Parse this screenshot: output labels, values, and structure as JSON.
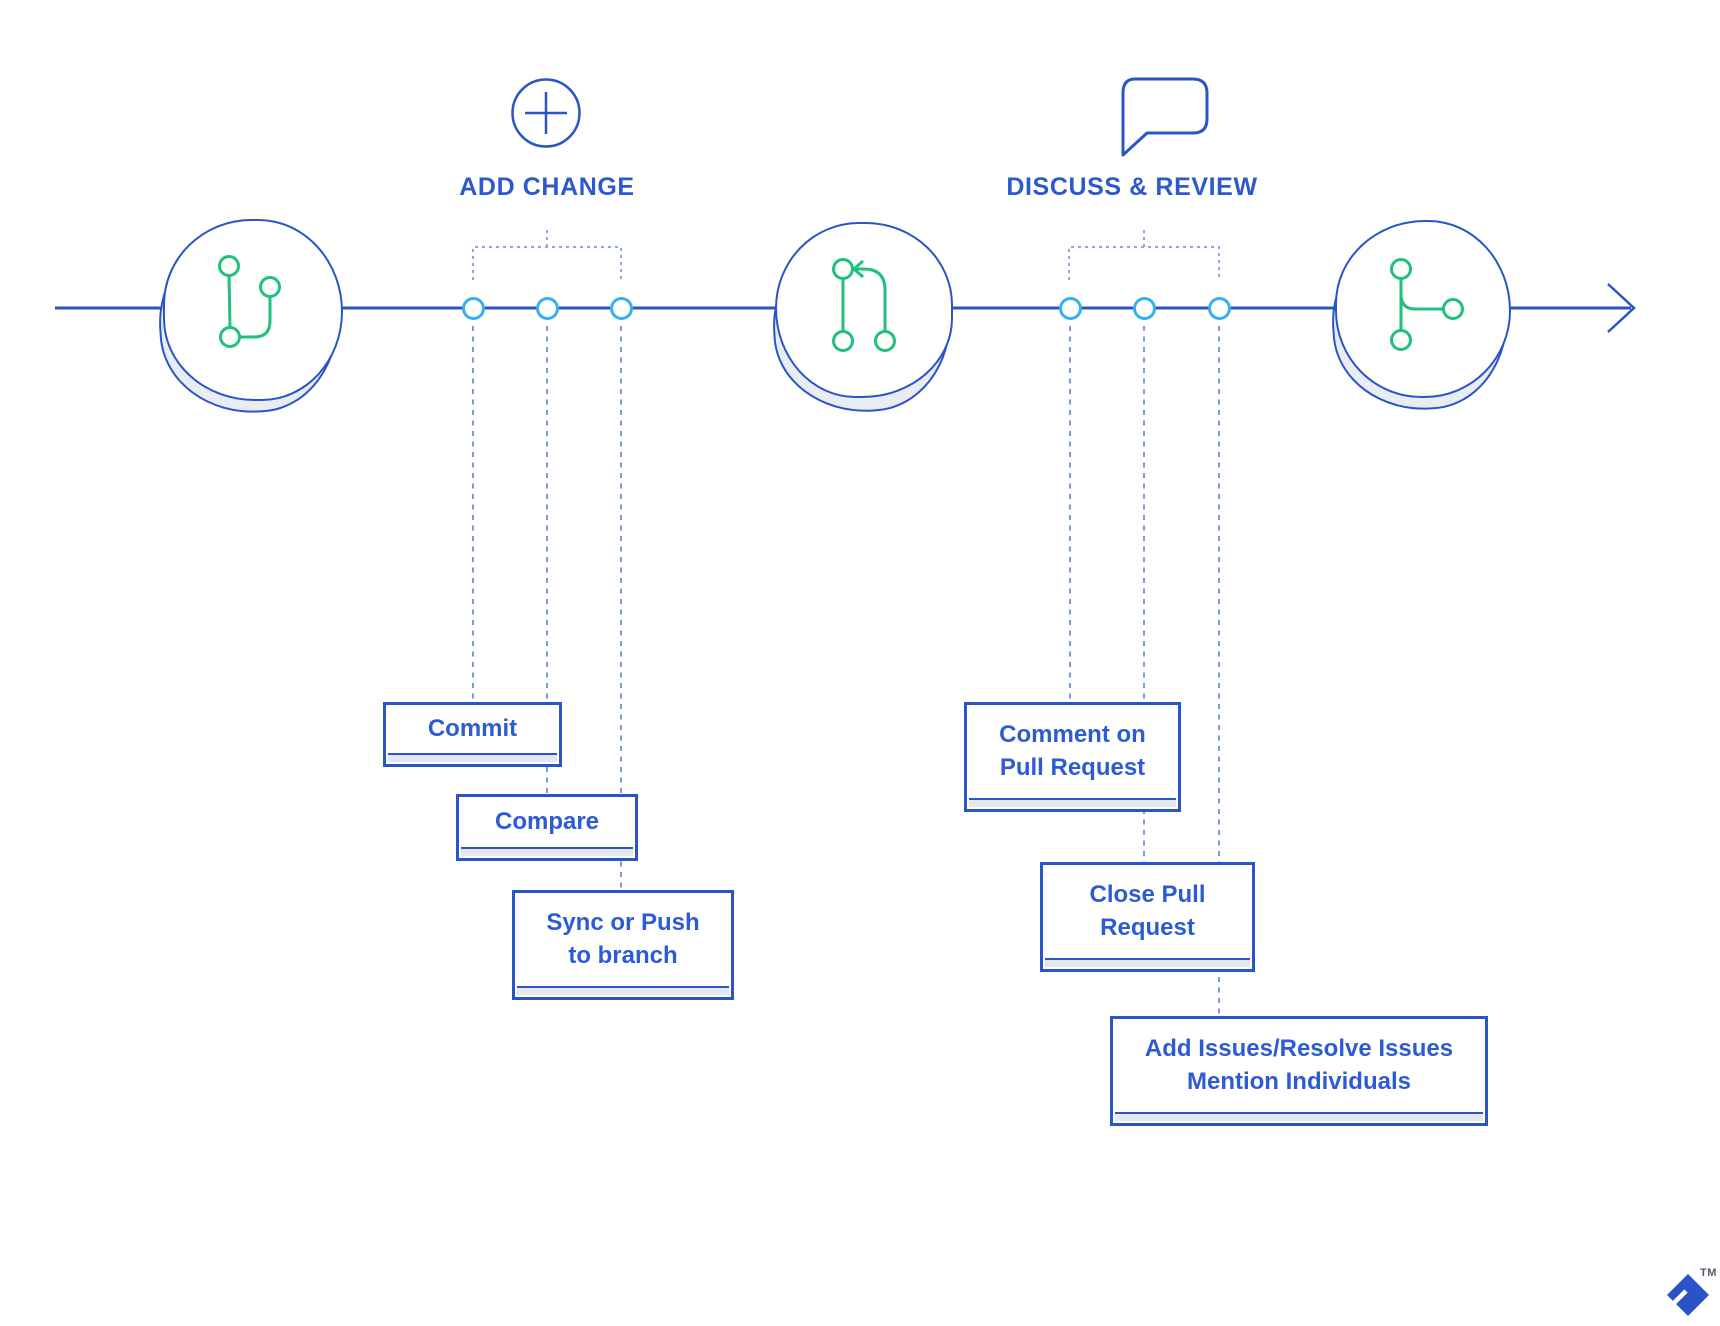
{
  "sections": [
    {
      "label": "ADD CHANGE",
      "icon": "plus-circle-icon",
      "steps": [
        {
          "line1": "Commit",
          "line2": ""
        },
        {
          "line1": "Compare",
          "line2": ""
        },
        {
          "line1": "Sync or Push",
          "line2": "to branch"
        }
      ]
    },
    {
      "label": "DISCUSS & REVIEW",
      "icon": "speech-bubble-icon",
      "steps": [
        {
          "line1": "Comment on",
          "line2": "Pull Request"
        },
        {
          "line1": "Close Pull",
          "line2": "Request"
        },
        {
          "line1": "Add Issues/Resolve Issues",
          "line2": "Mention Individuals"
        }
      ]
    }
  ],
  "stages": [
    {
      "icon": "git-branch-icon"
    },
    {
      "icon": "git-pull-request-icon"
    },
    {
      "icon": "git-merge-icon"
    }
  ],
  "branding": {
    "logo": "toptal-logo",
    "trademark": "TM"
  },
  "colors": {
    "primary_blue": "#2b55c6",
    "text_blue": "#2c5bd4",
    "node_cyan": "#37b0ef",
    "icon_green": "#1fc17c",
    "dash_blue": "#7d99d8",
    "bracket_dash_blue": "#8da6e0",
    "shadow_gray": "#e9ecf3"
  }
}
